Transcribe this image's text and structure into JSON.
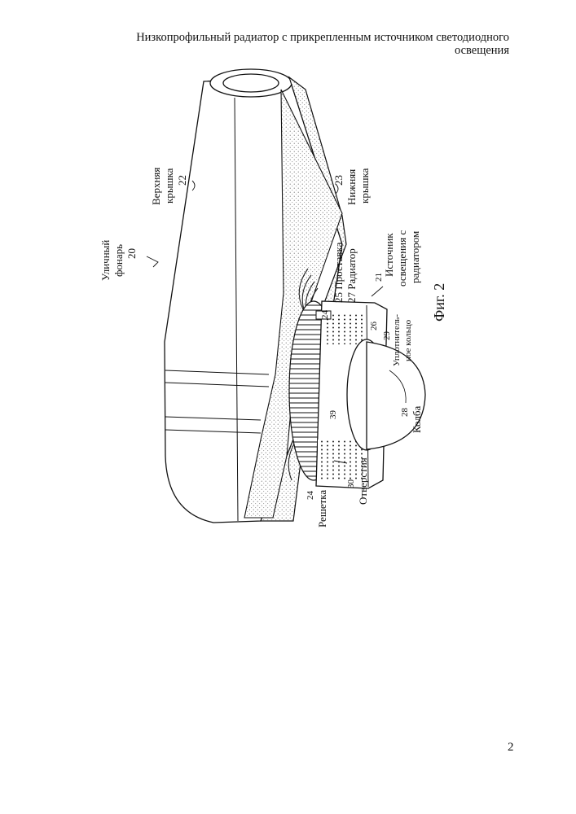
{
  "header": {
    "title_line1": "Низкопрофильный радиатор с прикрепленным источником светодиодного",
    "title_line2": "освещения"
  },
  "figure": {
    "caption": "Фиг. 2",
    "labels": {
      "street_lamp_name_1": "Уличный",
      "street_lamp_name_2": "фонарь",
      "street_lamp_num": "20",
      "upper_cover_name_1": "Верхняя",
      "upper_cover_name_2": "крышка",
      "upper_cover_num": "22",
      "lower_cover_num": "23",
      "lower_cover_name_1": "Нижняя",
      "lower_cover_name_2": "крышка",
      "spacer": "25 Проставка",
      "radiator": "27 Радиатор",
      "light_source_num": "21",
      "light_source_name_1": "Источник",
      "light_source_name_2": "освещения с",
      "light_source_name_3": "радиатором",
      "grid_num": "24",
      "grid_name": "Решетка",
      "holes_num": "30",
      "holes_name": "Отверстия",
      "bulb_num": "28",
      "bulb_name": "Колба",
      "seal_num": "29",
      "seal_name_1": "Уплотнитель-",
      "seal_name_2": "ное кольцо",
      "ref_24_upper": "24",
      "ref_26": "26",
      "ref_39": "39"
    }
  },
  "page_number": "2"
}
